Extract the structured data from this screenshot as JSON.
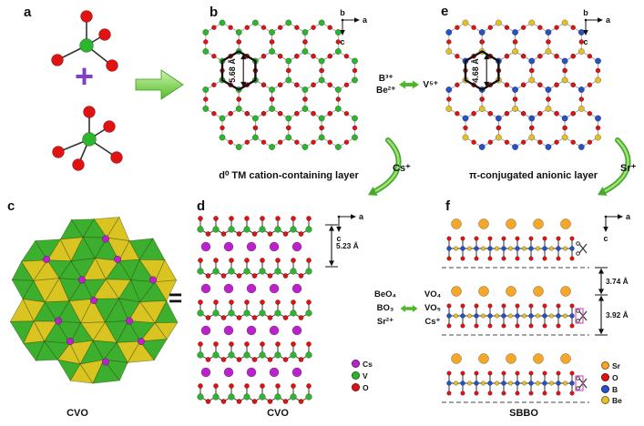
{
  "figure_type": "crystal-structure-transformation-figure",
  "panel_labels": {
    "a": "a",
    "b": "b",
    "c": "c",
    "d": "d",
    "e": "e",
    "f": "f"
  },
  "captions": {
    "b": "d⁰ TM cation-containing layer",
    "e": "π-conjugated anionic layer",
    "c": "CVO",
    "d": "CVO",
    "f": "SBBO"
  },
  "distances": {
    "b": "5.68 Å",
    "e": "4.68 Å",
    "d": "5.23 Å",
    "f1": "3.74 Å",
    "f2": "3.92 Å"
  },
  "axes": {
    "b": {
      "up": "b",
      "right": "a",
      "down": "c"
    },
    "e": {
      "up": "b",
      "right": "a",
      "down": "c"
    },
    "d": {
      "right": "a",
      "down": "c"
    },
    "f": {
      "right": "a",
      "down": "c"
    }
  },
  "operators": {
    "plus": "+",
    "equals": "="
  },
  "exchange_top": {
    "left": [
      "B³⁺",
      "Be²⁺"
    ],
    "right": "V⁵⁺"
  },
  "exchange_bottom": {
    "left": [
      "BeO₄",
      "BO₃",
      "Sr²⁺"
    ],
    "right": [
      "VO₄",
      "VO₅",
      "Cs⁺"
    ]
  },
  "ion_arrows": {
    "cs": "Cs⁺",
    "sr": "Sr⁺"
  },
  "legend_d": [
    {
      "label": "Cs",
      "color": "#bb22cc"
    },
    {
      "label": "V",
      "color": "#2db52d"
    },
    {
      "label": "O",
      "color": "#e01212"
    }
  ],
  "legend_f": [
    {
      "label": "Sr",
      "color": "#f5a728"
    },
    {
      "label": "O",
      "color": "#e01212"
    },
    {
      "label": "B",
      "color": "#2850c8"
    },
    {
      "label": "Be",
      "color": "#e3bf2a"
    }
  ],
  "colors": {
    "v_green": "#2db52d",
    "o_red": "#e01212",
    "cs_purple": "#bb22cc",
    "sr_orange": "#f5a728",
    "b_blue": "#2850c8",
    "be_yellow": "#e3bf2a",
    "poly_green": "#3cb02e",
    "poly_yellow": "#d9c422",
    "arrow_green": "#49a82b",
    "plus_purple": "#8040c0"
  }
}
